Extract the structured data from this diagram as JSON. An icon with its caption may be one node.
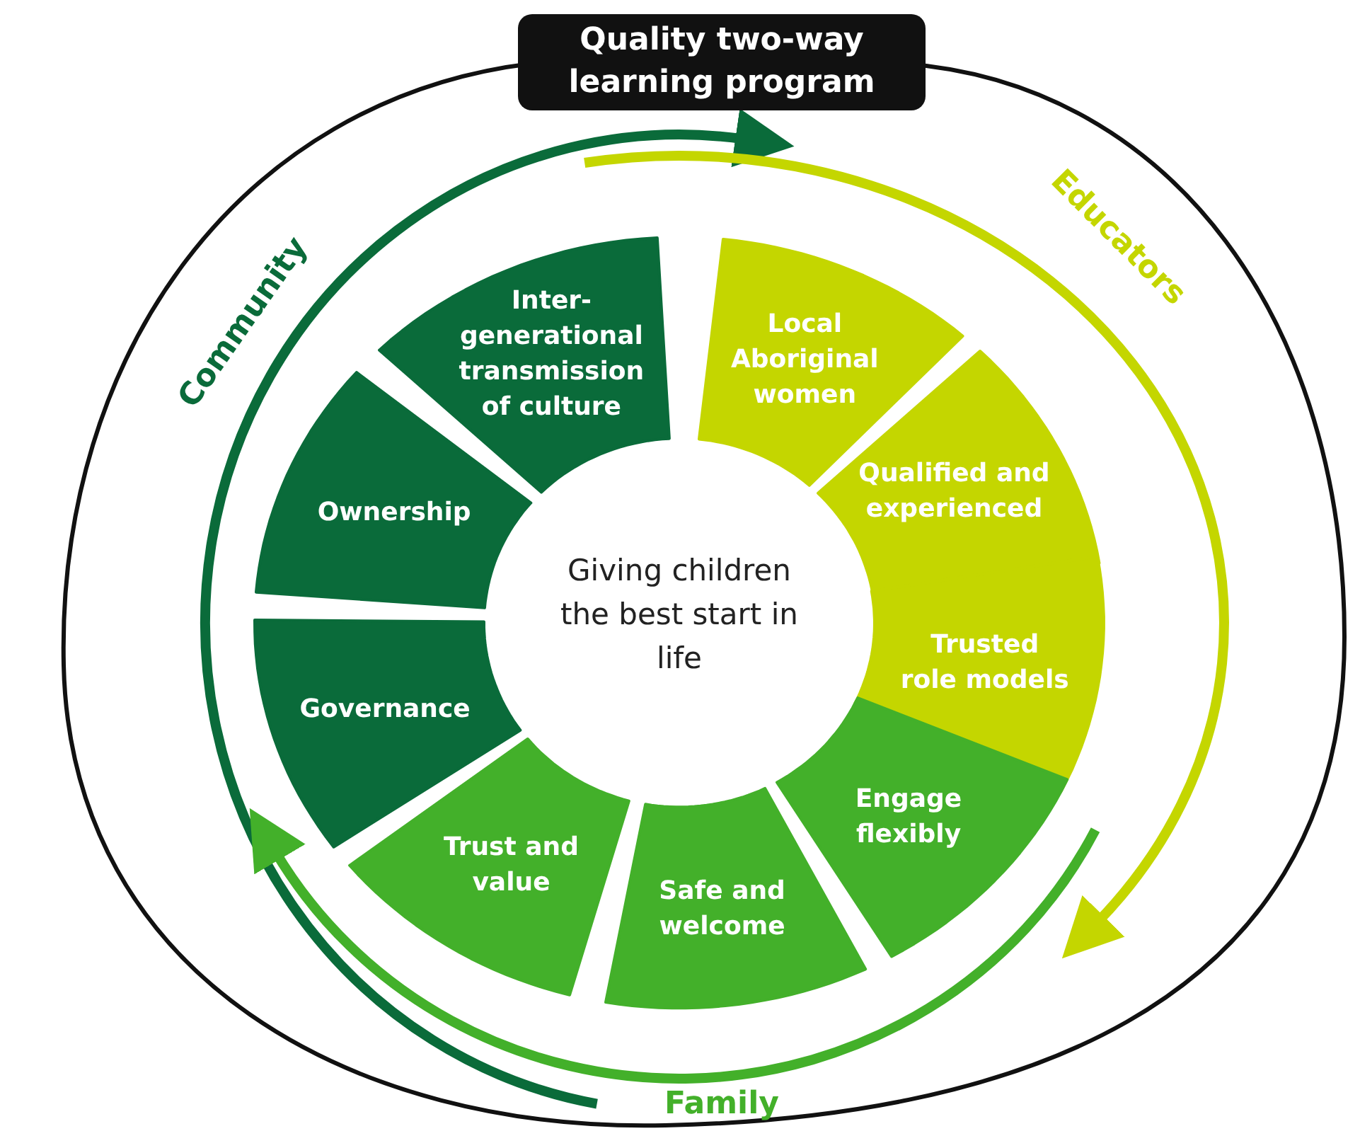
{
  "diagram": {
    "nodes": [
      {
        "text": [
          "Quality two-way learning program"
        ]
      },
      {
        "text": [
          "Giving children the best start in life"
        ]
      },
      {
        "text": [
          "Local Aboriginal women"
        ]
      },
      {
        "text": [
          "Qualified and experienced"
        ]
      },
      {
        "text": [
          "Trusted role models"
        ]
      },
      {
        "text": [
          "Engage flexibly"
        ]
      },
      {
        "text": [
          "Safe and welcome"
        ]
      },
      {
        "text": [
          "Trust and value"
        ]
      },
      {
        "text": [
          "Governance"
        ]
      },
      {
        "text": [
          "Ownership"
        ]
      },
      {
        "text": [
          "Inter-generational transmission of culture"
        ]
      }
    ],
    "edges": [],
    "labels": [
      "Community",
      "Educators",
      "Family"
    ]
  }
}
